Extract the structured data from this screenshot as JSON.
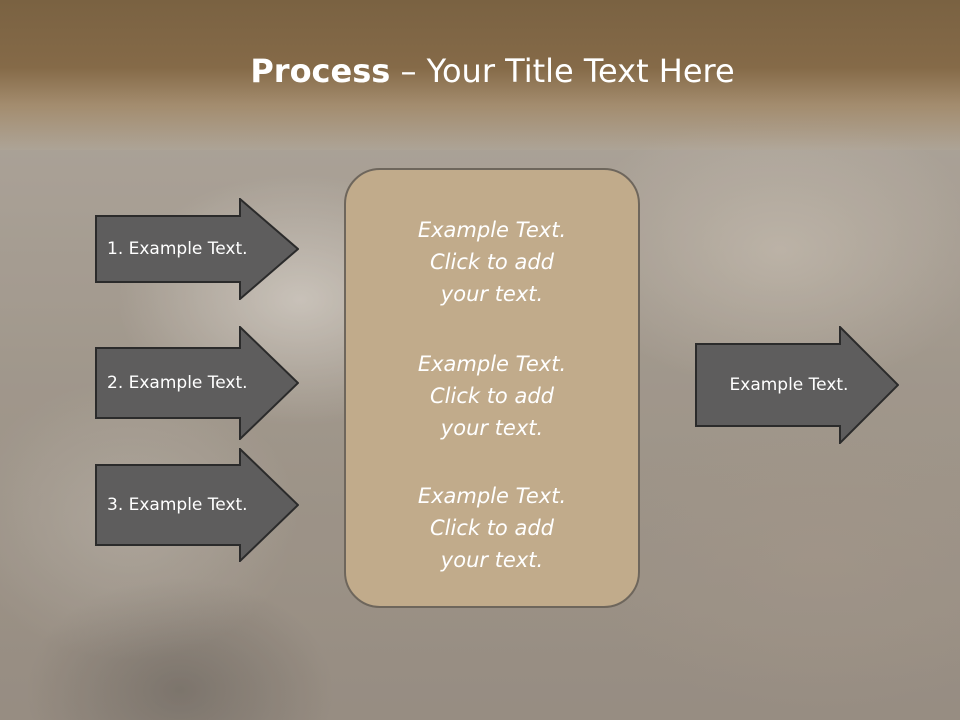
{
  "slide": {
    "title_bold": "Process",
    "title_separator": " – ",
    "title_rest": "Your Title Text Here"
  },
  "left_arrows": [
    {
      "label": "1. Example Text."
    },
    {
      "label": "2. Example Text."
    },
    {
      "label": "3. Example Text."
    }
  ],
  "center_box": {
    "paragraphs": [
      "Example Text.\nClick  to add\nyour text.",
      "Example Text.\nClick  to add\nyour text.",
      "Example Text.\nClick  to add\nyour text."
    ]
  },
  "right_arrow": {
    "label": "Example Text."
  },
  "colors": {
    "title_band": "#7a6242",
    "arrow_fill": "#5e5d5d",
    "arrow_border": "#2b2b2b",
    "center_fill": "#c1ab8b",
    "center_border": "#6e665c"
  }
}
